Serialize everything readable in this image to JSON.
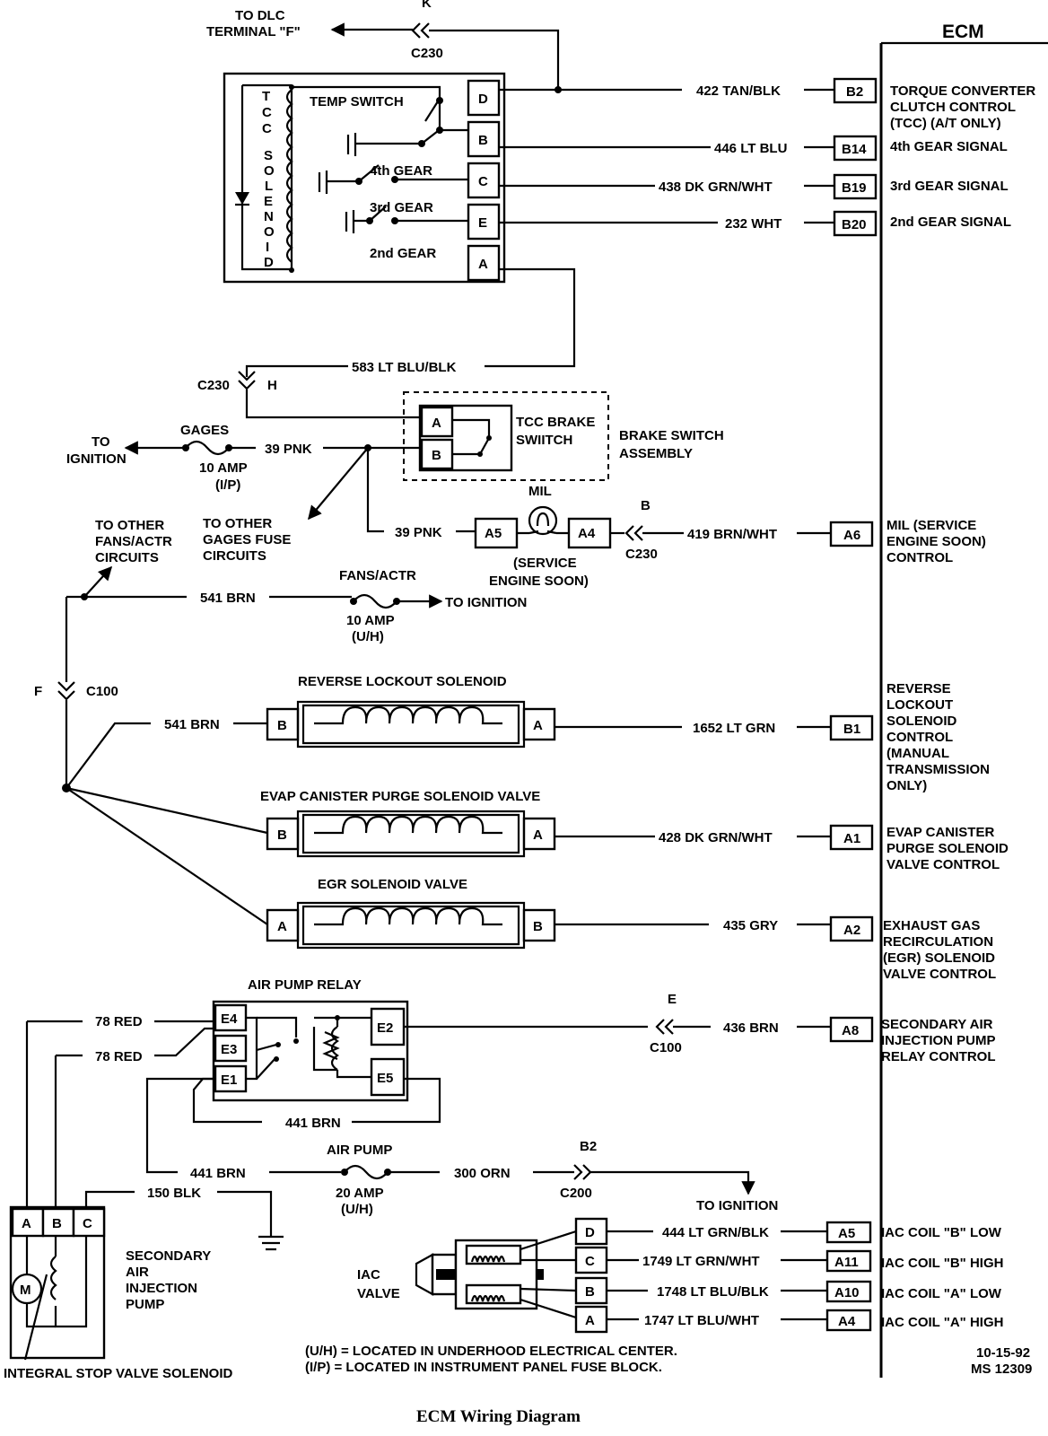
{
  "ecm": {
    "title": "ECM",
    "pins": [
      {
        "pin": "B2",
        "wire": "422 TAN/BLK",
        "func": [
          "TORQUE CONVERTER",
          "CLUTCH CONTROL",
          "(TCC) (A/T ONLY)"
        ]
      },
      {
        "pin": "B14",
        "wire": "446 LT BLU",
        "func": [
          "4th GEAR SIGNAL"
        ]
      },
      {
        "pin": "B19",
        "wire": "438 DK GRN/WHT",
        "func": [
          "3rd GEAR SIGNAL"
        ]
      },
      {
        "pin": "B20",
        "wire": "232 WHT",
        "func": [
          "2nd GEAR SIGNAL"
        ]
      },
      {
        "pin": "A6",
        "wire": "419 BRN/WHT",
        "func": [
          "MIL (SERVICE",
          "ENGINE SOON)",
          "CONTROL"
        ]
      },
      {
        "pin": "B1",
        "wire": "1652 LT GRN",
        "func": [
          "REVERSE",
          "LOCKOUT",
          "SOLENOID",
          "CONTROL",
          "(MANUAL",
          "TRANSMISSION",
          "ONLY)"
        ]
      },
      {
        "pin": "A1",
        "wire": "428 DK GRN/WHT",
        "func": [
          "EVAP CANISTER",
          "PURGE SOLENOID",
          "VALVE CONTROL"
        ]
      },
      {
        "pin": "A2",
        "wire": "435 GRY",
        "func": [
          "EXHAUST GAS",
          "RECIRCULATION",
          "(EGR) SOLENOID",
          "VALVE CONTROL"
        ]
      },
      {
        "pin": "A8",
        "wire": "436 BRN",
        "func": [
          "SECONDARY AIR",
          "INJECTION PUMP",
          "RELAY CONTROL"
        ]
      },
      {
        "pin": "A5",
        "wire": "444 LT GRN/BLK",
        "func": [
          "IAC COIL \"B\" LOW"
        ]
      },
      {
        "pin": "A11",
        "wire": "1749 LT GRN/WHT",
        "func": [
          "IAC COIL \"B\" HIGH"
        ]
      },
      {
        "pin": "A10",
        "wire": "1748 LT BLU/BLK",
        "func": [
          "IAC COIL \"A\" LOW"
        ]
      },
      {
        "pin": "A4",
        "wire": "1747 LT BLU/WHT",
        "func": [
          "IAC COIL \"A\" HIGH"
        ]
      }
    ]
  },
  "tcc": {
    "dlc_label_1": "TO DLC",
    "dlc_label_2": "TERMINAL \"F\"",
    "conn_c230": "C230",
    "conn_letter_k": "K",
    "solenoid_letters": [
      "T",
      "C",
      "C",
      "S",
      "O",
      "L",
      "E",
      "N",
      "O",
      "I",
      "D"
    ],
    "temp_switch": "TEMP SWITCH",
    "gear4": "4th GEAR",
    "gear3": "3rd GEAR",
    "gear2": "2nd GEAR",
    "terminals": [
      "D",
      "B",
      "C",
      "E",
      "A"
    ],
    "wire_583": "583 LT BLU/BLK",
    "c230_h_conn": "C230",
    "c230_h_letter": "H"
  },
  "brake": {
    "term_a": "A",
    "term_b": "B",
    "switch_1": "TCC BRAKE",
    "switch_2": "SWIITCH",
    "assembly_1": "BRAKE SWITCH",
    "assembly_2": "ASSEMBLY"
  },
  "gages": {
    "to_ign_1": "TO",
    "to_ign_2": "IGNITION",
    "fuse_name": "GAGES",
    "fuse_rating": "10 AMP",
    "fuse_loc": "(I/P)",
    "wire_39a": "39 PNK",
    "wire_39b": "39 PNK",
    "other_gages_1": "TO OTHER",
    "other_gages_2": "GAGES FUSE",
    "other_gages_3": "CIRCUITS"
  },
  "mil": {
    "label": "MIL",
    "a5": "A5",
    "a4": "A4",
    "sub_1": "(SERVICE",
    "sub_2": "ENGINE SOON)",
    "conn_letter": "B",
    "conn": "C230"
  },
  "fans": {
    "other_1": "TO OTHER",
    "other_2": "FANS/ACTR",
    "other_3": "CIRCUITS",
    "wire": "541 BRN",
    "fuse_name": "FANS/ACTR",
    "fuse_rating": "10 AMP",
    "fuse_loc": "(U/H)",
    "to_ign": "TO IGNITION",
    "c100_letter": "F",
    "c100": "C100",
    "wire_2": "541 BRN"
  },
  "solenoids": {
    "reverse": "REVERSE LOCKOUT SOLENOID",
    "evap": "EVAP CANISTER PURGE SOLENOID VALVE",
    "egr": "EGR SOLENOID VALVE",
    "rev_left": "B",
    "rev_right": "A",
    "evap_left": "B",
    "evap_right": "A",
    "egr_left": "A",
    "egr_right": "B"
  },
  "relay": {
    "title": "AIR PUMP RELAY",
    "e4": "E4",
    "e3": "E3",
    "e1": "E1",
    "e2": "E2",
    "e5": "E5",
    "wire_78a": "78 RED",
    "wire_78b": "78 RED",
    "wire_441": "441 BRN",
    "conn_letter": "E",
    "conn": "C100"
  },
  "airpump": {
    "wire_441": "441 BRN",
    "fuse_name": "AIR PUMP",
    "fuse_rating": "20 AMP",
    "fuse_loc": "(U/H)",
    "wire_300": "300 ORN",
    "conn_letter": "B2",
    "conn": "C200",
    "to_ign": "TO IGNITION",
    "wire_150": "150 BLK",
    "pump_terms": [
      "A",
      "B",
      "C"
    ],
    "motor": "M",
    "pump_1": "SECONDARY",
    "pump_2": "AIR",
    "pump_3": "INJECTION",
    "pump_4": "PUMP",
    "stop_valve": "INTEGRAL STOP VALVE SOLENOID"
  },
  "iac": {
    "label_1": "IAC",
    "label_2": "VALVE",
    "terms": [
      "D",
      "C",
      "B",
      "A"
    ]
  },
  "notes": {
    "note_1": "(U/H)  =  LOCATED IN UNDERHOOD ELECTRICAL CENTER.",
    "note_2": "(I/P)  =  LOCATED IN INSTRUMENT PANEL FUSE BLOCK.",
    "date": "10-15-92",
    "ms": "MS 12309"
  },
  "caption": "ECM Wiring Diagram"
}
